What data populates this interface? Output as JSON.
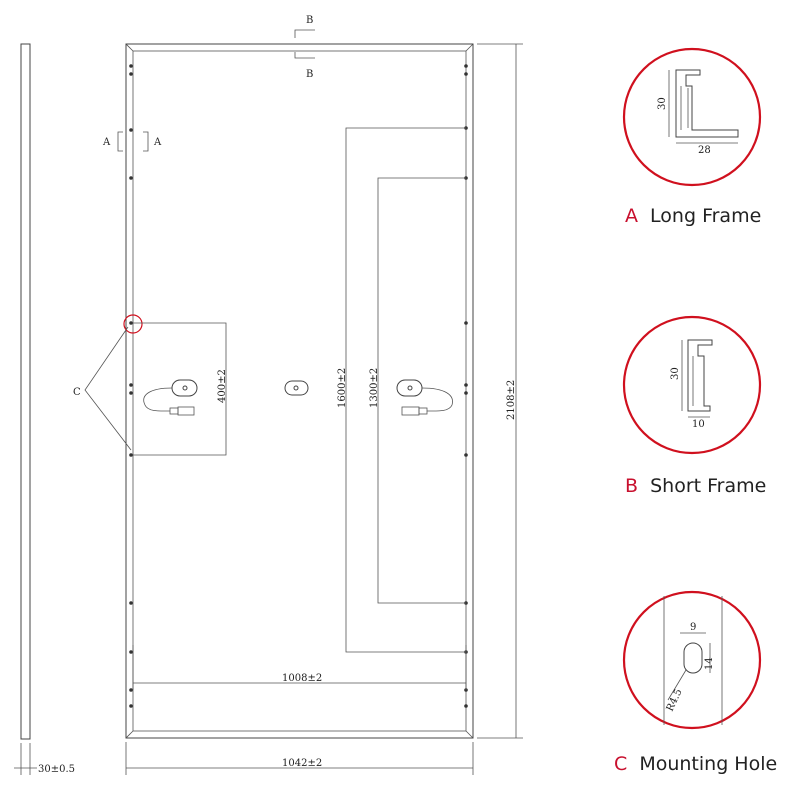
{
  "drawing": {
    "section_a": "A",
    "section_b": "B",
    "label_c": "C",
    "dim_thickness": "30±0.5",
    "dim_width": "1042±2",
    "dim_inner_width": "1008±2",
    "dim_height": "2108±2",
    "dim_1600": "1600±2",
    "dim_1300": "1300±2",
    "dim_400": "400±2"
  },
  "details": [
    {
      "letter": "A",
      "title": "Long Frame",
      "dim1": "30",
      "dim2": "28"
    },
    {
      "letter": "B",
      "title": "Short Frame",
      "dim1": "30",
      "dim2": "10"
    },
    {
      "letter": "C",
      "title": "Mounting Hole",
      "dim1": "9",
      "dim2": "14",
      "dim3": "R4.5"
    }
  ],
  "colors": {
    "accent": "#d0101e",
    "line": "#444444"
  }
}
